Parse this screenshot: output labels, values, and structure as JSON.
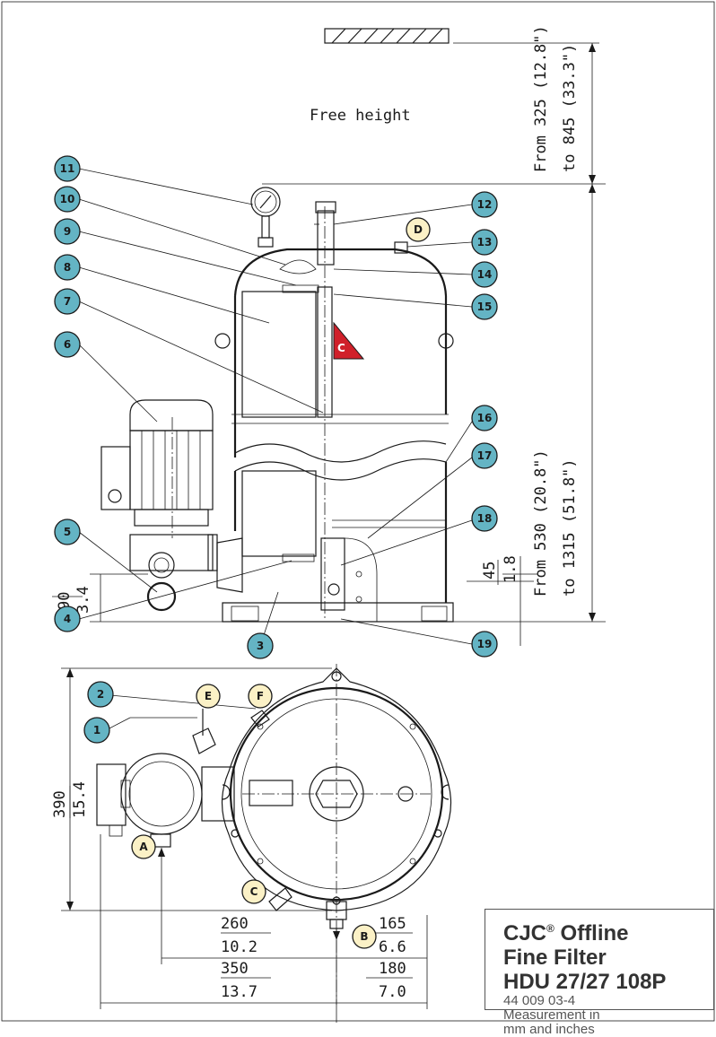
{
  "labels": {
    "free_height": "Free height",
    "dim_top_1": "From 325 (12.8\")",
    "dim_top_2": "to 845 (33.3\")",
    "dim_side_1": "From 530 (20.8\")",
    "dim_side_2": "to 1315 (51.8\")",
    "dim_90": "90",
    "dim_3_4": "3.4",
    "dim_45": "45",
    "dim_1_8": "1.8",
    "dim_390": "390",
    "dim_15_4": "15.4",
    "dim_260": "260",
    "dim_10_2": "10.2",
    "dim_165": "165",
    "dim_6_6": "6.6",
    "dim_350": "350",
    "dim_13_7": "13.7",
    "dim_180": "180",
    "dim_7_0": "7.0",
    "ce_mark": "C"
  },
  "callouts_numbered": [
    "1",
    "2",
    "3",
    "4",
    "5",
    "6",
    "7",
    "8",
    "9",
    "10",
    "11",
    "12",
    "13",
    "14",
    "15",
    "16",
    "17",
    "18",
    "19"
  ],
  "callouts_lettered": [
    "A",
    "B",
    "C",
    "D",
    "E",
    "F"
  ],
  "info_box": {
    "brand": "CJC",
    "reg": "®",
    "line1_rest": " Offline",
    "line2": "Fine Filter",
    "line3": "HDU 27/27 108P",
    "code": "44 009 03-4",
    "note1": "Measurement in",
    "note2": "mm and inches"
  },
  "colors": {
    "callout_numbered": "#64b4c4",
    "callout_lettered": "#fbf1c6",
    "accent_red": "#d0202a",
    "line": "#1a1a1a"
  }
}
